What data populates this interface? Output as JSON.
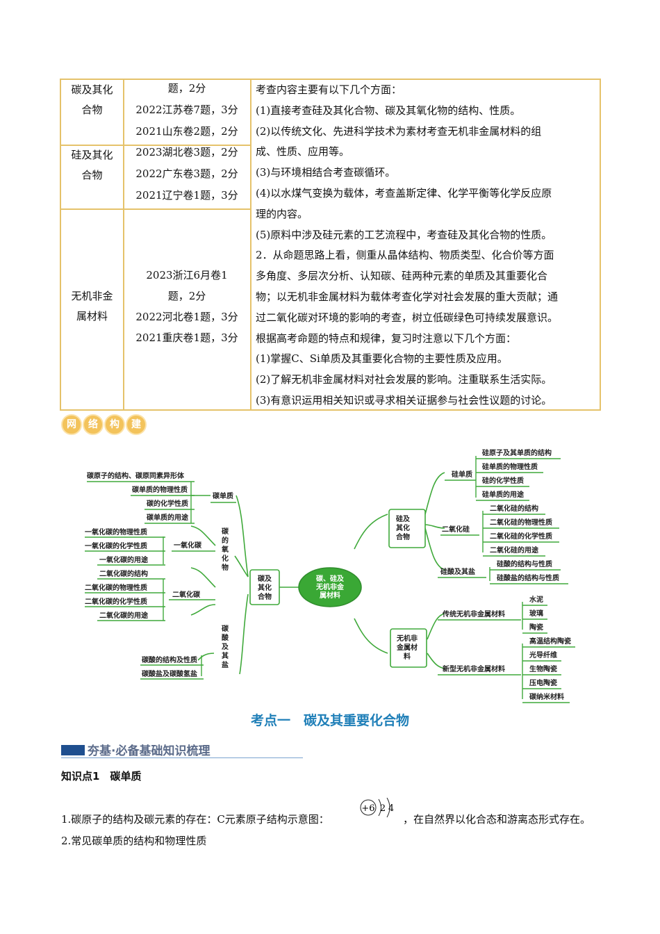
{
  "table": {
    "categories": [
      "碳及其化合物",
      "硅及其化合物",
      "无机非金属材料"
    ],
    "years": [
      [
        "题，2分",
        "2022江苏卷7题，3分",
        "2021山东卷2题，2分"
      ],
      [
        "2023湖北卷3题，2分",
        "2022广东卷3题，2分",
        "2021辽宁卷1题，3分"
      ],
      [
        "2023浙江6月卷1",
        "题，2分",
        "2022河北卷1题，3分",
        "2021重庆卷1题，3分"
      ]
    ],
    "analysis": [
      "考查内容主要有以下几个方面：",
      "(1)直接考查硅及其化合物、碳及其氧化物的结构、性质。",
      "(2)以传统文化、先进科学技术为素材考查无机非金属材料的组",
      "成、性质、应用等。",
      "(3)与环境相结合考查碳循环。",
      "(4)以水煤气变换为载体，考查盖斯定律、化学平衡等化学反应原",
      "理的内容。",
      "(5)原料中涉及硅元素的工艺流程中，考查硅及其化合物的性质。",
      "2．从命题思路上看，侧重从晶体结构、物质类型、化合价等方面",
      "多角度、多层次分析、认知碳、硅两种元素的单质及其重要化合",
      "物；以无机非金属材料为载体考查化学对社会发展的重大贡献；通",
      "过二氧化碳对环境的影响的考查，树立低碳绿色可持续发展意识。",
      "根据高考命题的特点和规律，复习时注意以下几个方面：",
      "(1)掌握C、Si单质及其重要化合物的主要性质及应用。",
      "(2)了解无机非金属材料对社会发展的影响。注重联系生活实际。",
      "(3)有意识运用相关知识或寻求相关证据参与社会性议题的讨论。"
    ]
  },
  "badge": [
    "网",
    "络",
    "构",
    "建"
  ],
  "mindmap": {
    "center": [
      "碳、硅及",
      "无机非金",
      "属材料"
    ],
    "carbon_box": [
      "碳及",
      "其化",
      "合物"
    ],
    "silicon_box": [
      "硅及",
      "其化",
      "合物"
    ],
    "material_box": [
      "无机非",
      "金属材",
      "料"
    ],
    "carbon_simple": "碳单质",
    "carbon_simple_leaves": [
      "碳原子的结构、碳原同素异形体",
      "碳单质的物理性质",
      "碳的化学性质",
      "碳单质的用途"
    ],
    "carbon_oxide_vertical": [
      "碳",
      "的",
      "氧",
      "化",
      "物"
    ],
    "co": "一氧化碳",
    "co_leaves": [
      "一氧化碳的物理性质",
      "一氧化碳的化学性质",
      "一氧化碳的用途"
    ],
    "co2": "二氧化碳",
    "co2_leaves": [
      "二氧化碳的结构",
      "二氧化碳的物理性质",
      "二氧化碳的化学性质",
      "二氧化碳的用途"
    ],
    "carbonic_vertical": [
      "碳",
      "酸",
      "及",
      "其",
      "盐"
    ],
    "carbonic_leaves": [
      "碳酸的结构及性质",
      "碳酸盐及碳酸氢盐"
    ],
    "si_simple": "硅单质",
    "si_simple_leaves": [
      "硅原子及其单质的结构",
      "硅单质的物理性质",
      "硅的化学性质",
      "硅单质的用途"
    ],
    "sio2": "二氧化硅",
    "sio2_leaves": [
      "二氧化硅的结构",
      "二氧化硅的物理性质",
      "二氧化硅的化学性质",
      "二氧化硅的用途"
    ],
    "silicic": "硅酸及其盐",
    "silicic_leaves": [
      "硅酸的结构与性质",
      "硅酸盐的结构与性质"
    ],
    "traditional": "传统无机非金属材料",
    "traditional_leaves": [
      "水泥",
      "玻璃",
      "陶瓷"
    ],
    "new": "新型无机非金属材料",
    "new_leaves": [
      "高温结构陶瓷",
      "光导纤维",
      "生物陶瓷",
      "压电陶瓷",
      "碳纳米材料"
    ]
  },
  "kaodian": "考点一　碳及其重要化合物",
  "section_title": "夯基·必备基础知识梳理",
  "knowledge_point": "知识点1　碳单质",
  "para1_before": "1.碳原子的结构及碳元素的存在：C元素原子结构示意图：",
  "para1_after": "，在自然界以化合态和游离态形式存在。",
  "atom_nucleus": "+6",
  "atom_shell1": "2",
  "atom_shell2": "4",
  "para2": "2.常见碳单质的结构和物理性质"
}
